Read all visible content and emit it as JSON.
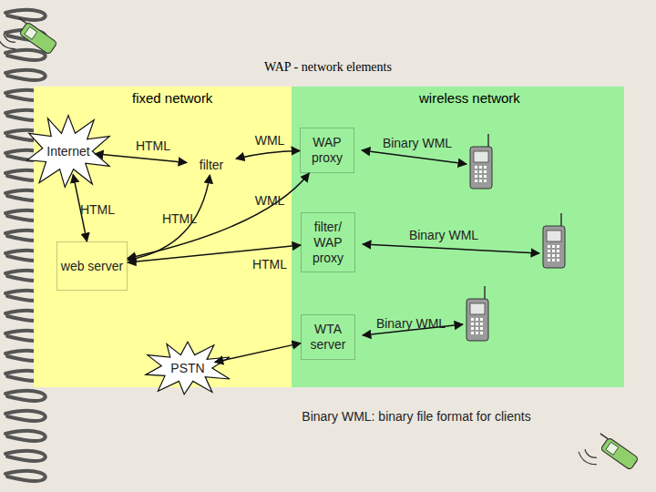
{
  "diagram": {
    "title": "WAP - network elements",
    "nodes": [
      {
        "text": [
          "fixed network"
        ]
      },
      {
        "text": [
          "wireless network"
        ]
      },
      {
        "text": [
          "Internet"
        ],
        "in": 0
      },
      {
        "text": [
          "filter"
        ],
        "in": 0
      },
      {
        "text": [
          "WAP proxy"
        ],
        "in": 1
      },
      {
        "text": [
          "web server"
        ],
        "in": 0
      },
      {
        "text": [
          "filter/ WAP proxy"
        ],
        "in": 1
      },
      {
        "text": [
          "WTA server"
        ],
        "in": 1
      },
      {
        "text": [
          "PSTN"
        ],
        "in": 0
      }
    ],
    "edges": [
      {
        "from": 2,
        "to": 3,
        "label": "HTML",
        "arrow": "both"
      },
      {
        "from": 3,
        "to": 4,
        "label": "WML",
        "arrow": "both"
      },
      {
        "from": 2,
        "to": 5,
        "label": "HTML",
        "arrow": "both"
      },
      {
        "from": 5,
        "to": 3,
        "label": "HTML",
        "arrow": "both"
      },
      {
        "from": 5,
        "to": 4,
        "label": "WML",
        "arrow": "both"
      },
      {
        "from": 5,
        "to": 6,
        "label": "HTML",
        "arrow": "both"
      },
      {
        "from": 8,
        "to": 7,
        "arrow": "both"
      }
    ],
    "labels": [
      "Binary WML",
      "Binary WML",
      "Binary WML",
      "Binary WML: binary file format for clients"
    ]
  }
}
